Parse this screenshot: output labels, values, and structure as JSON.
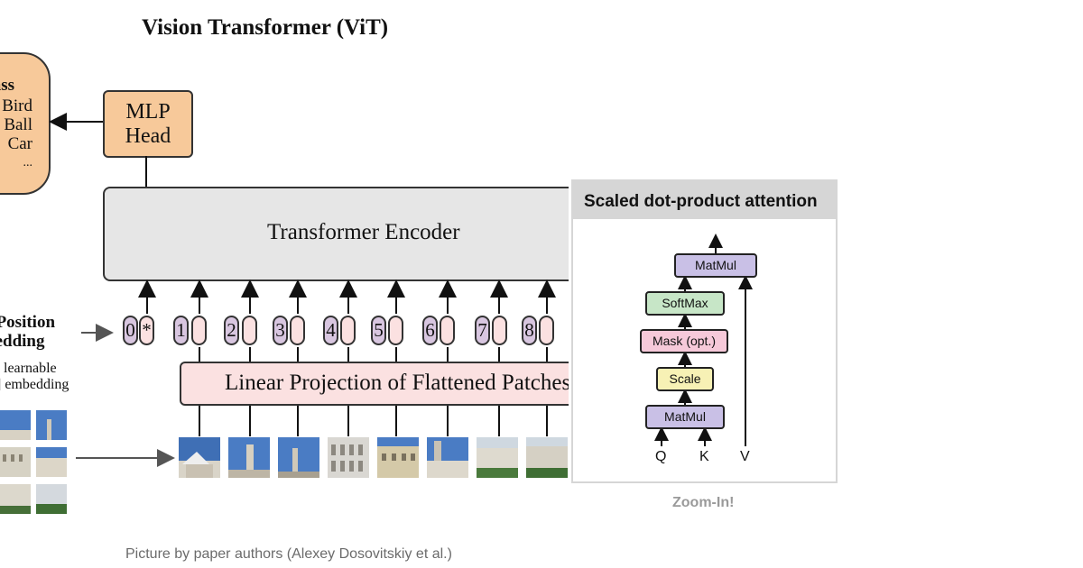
{
  "vit": {
    "title": "Vision Transformer (ViT)",
    "class_box": {
      "title": "Class",
      "items": [
        "Bird",
        "Ball",
        "Car",
        "..."
      ]
    },
    "mlp_head": [
      "MLP",
      "Head"
    ],
    "encoder": "Transformer Encoder",
    "linear_projection": "Linear Projection of Flattened Patches",
    "position_embedding": [
      "+ Position",
      "bedding"
    ],
    "learnable_note": [
      "learnable",
      "] embedding"
    ],
    "tokens": [
      "0",
      "1",
      "2",
      "3",
      "4",
      "5",
      "6",
      "7",
      "8"
    ],
    "extra_token_mark": "*"
  },
  "zoom": {
    "title": "Scaled dot-product attention",
    "blocks": [
      "MatMul",
      "SoftMax",
      "Mask (opt.)",
      "Scale",
      "MatMul"
    ],
    "inputs": [
      "Q",
      "K",
      "V"
    ],
    "caption": "Zoom-In!"
  },
  "footer": "Picture by paper authors (Alexey Dosovitskiy et al.)",
  "colors": {
    "head_orange": "#f7c99a",
    "encoder_gray": "#e6e6e6",
    "projection_pink": "#fbe1e1",
    "position_purple": "#d8c6e0",
    "matmul_purple": "#c9c0e6",
    "softmax_green": "#c7e6c7",
    "mask_pink": "#f6c9d9",
    "scale_yellow": "#f7f1b5"
  }
}
